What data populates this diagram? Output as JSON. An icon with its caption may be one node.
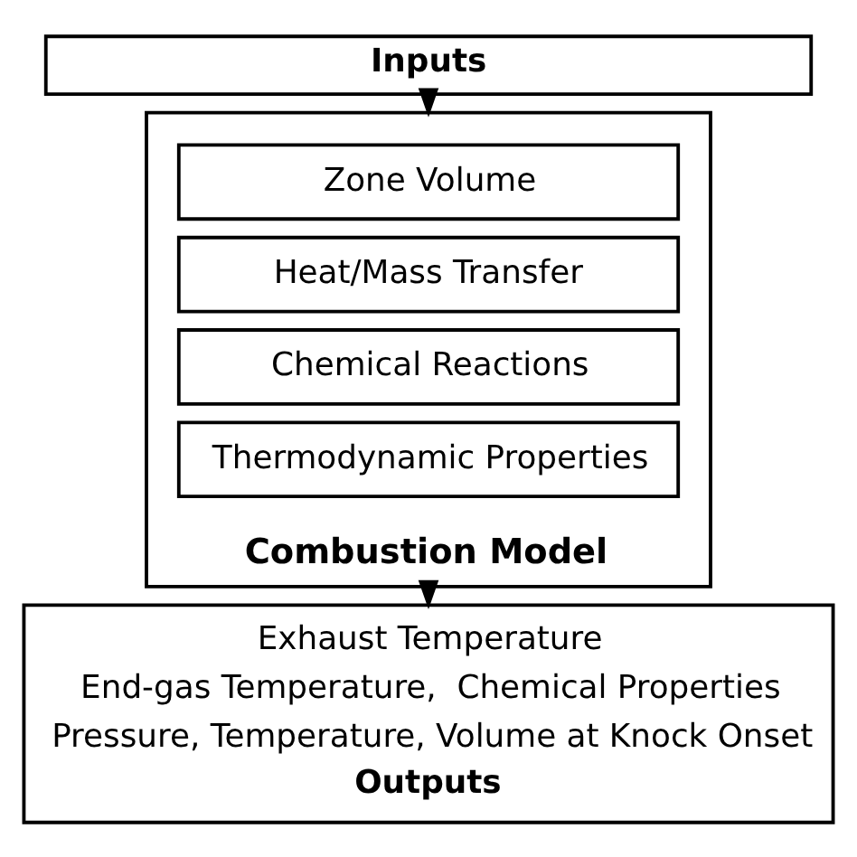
{
  "diagram": {
    "nodes": [
      {
        "text": [
          "Inputs"
        ]
      },
      {
        "text": [
          "Combustion Model"
        ]
      },
      {
        "text": [
          "Zone Volume"
        ],
        "in": 1
      },
      {
        "text": [
          "Heat/Mass Transfer"
        ],
        "in": 1
      },
      {
        "text": [
          "Chemical Reactions"
        ],
        "in": 1
      },
      {
        "text": [
          "Thermodynamic Properties"
        ],
        "in": 1
      },
      {
        "text": [
          "Exhaust Temperature",
          "End-gas Temperature,  Chemical Properties",
          "Pressure, Temperature, Volume at Knock Onset",
          "Outputs"
        ]
      }
    ],
    "edges": [
      {
        "from": 0,
        "to": 1,
        "arrow": "to"
      },
      {
        "from": 1,
        "to": 6,
        "arrow": "to"
      }
    ]
  }
}
